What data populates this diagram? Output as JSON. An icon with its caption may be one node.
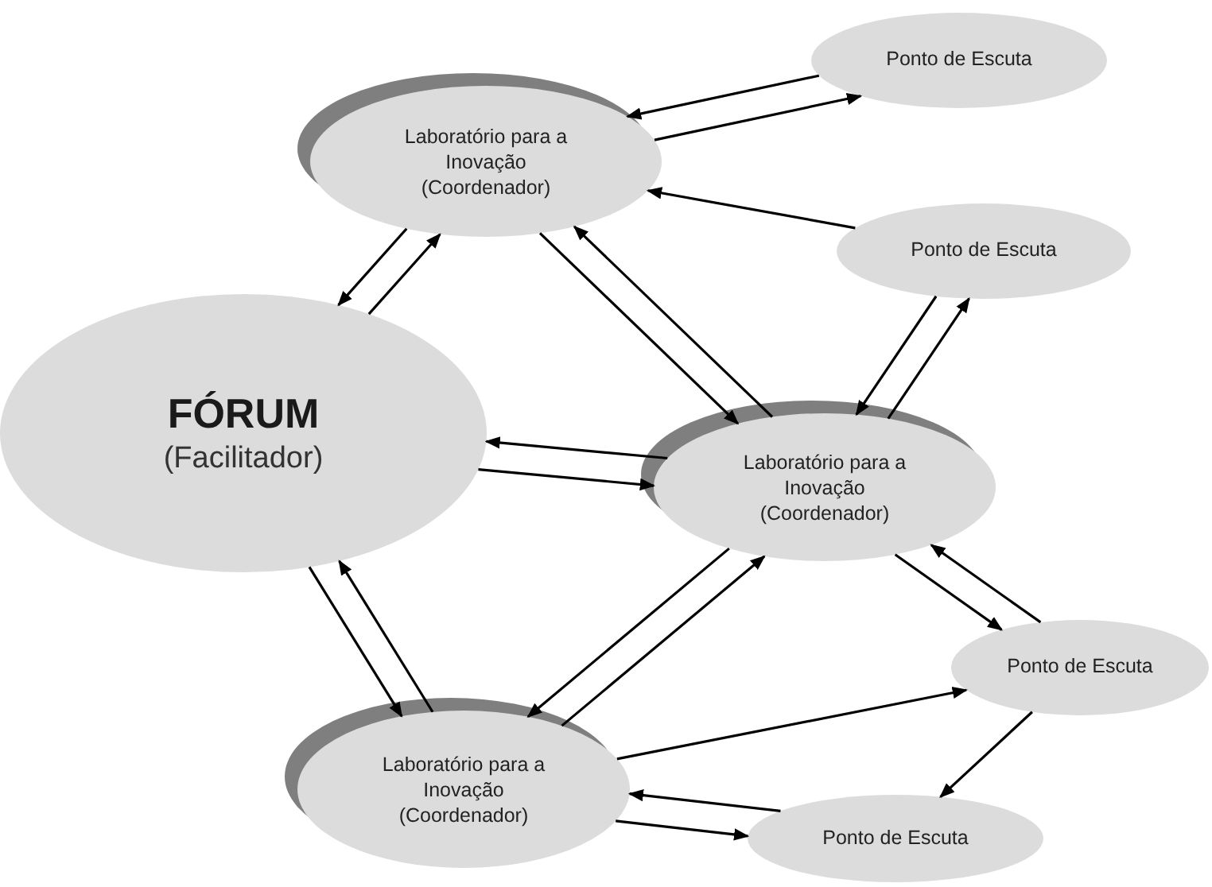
{
  "diagram": {
    "nodes": [
      {
        "text": [
          "FÓRUM",
          "(Facilitador)"
        ]
      },
      {
        "text": [
          "Laboratório para a Inovação (Coordenador)"
        ]
      },
      {
        "text": [
          "Ponto de Escuta"
        ]
      },
      {
        "text": [
          "Ponto de Escuta"
        ]
      },
      {
        "text": [
          "Laboratório para a Inovação (Coordenador)"
        ]
      },
      {
        "text": [
          "Ponto de Escuta"
        ]
      },
      {
        "text": [
          "Laboratório para a Inovação (Coordenador)"
        ]
      },
      {
        "text": [
          "Ponto de Escuta"
        ]
      }
    ],
    "edges": [
      {
        "from": 1,
        "to": 2,
        "arrow": "to"
      },
      {
        "from": 2,
        "to": 1,
        "arrow": "to"
      },
      {
        "from": 3,
        "to": 1,
        "arrow": "to"
      },
      {
        "from": 0,
        "to": 1,
        "arrow": "to"
      },
      {
        "from": 1,
        "to": 0,
        "arrow": "to"
      },
      {
        "from": 1,
        "to": 4,
        "arrow": "to"
      },
      {
        "from": 4,
        "to": 1,
        "arrow": "to"
      },
      {
        "from": 4,
        "to": 3,
        "arrow": "to"
      },
      {
        "from": 3,
        "to": 4,
        "arrow": "to"
      },
      {
        "from": 4,
        "to": 0,
        "arrow": "to"
      },
      {
        "from": 0,
        "to": 4,
        "arrow": "to"
      },
      {
        "from": 4,
        "to": 5,
        "arrow": "to"
      },
      {
        "from": 5,
        "to": 4,
        "arrow": "to"
      },
      {
        "from": 4,
        "to": 6,
        "arrow": "to"
      },
      {
        "from": 6,
        "to": 4,
        "arrow": "to"
      },
      {
        "from": 0,
        "to": 6,
        "arrow": "to"
      },
      {
        "from": 6,
        "to": 0,
        "arrow": "to"
      },
      {
        "from": 6,
        "to": 5,
        "arrow": "to"
      },
      {
        "from": 5,
        "to": 7,
        "arrow": "to"
      },
      {
        "from": 7,
        "to": 6,
        "arrow": "to"
      },
      {
        "from": 6,
        "to": 7,
        "arrow": "to"
      }
    ]
  }
}
